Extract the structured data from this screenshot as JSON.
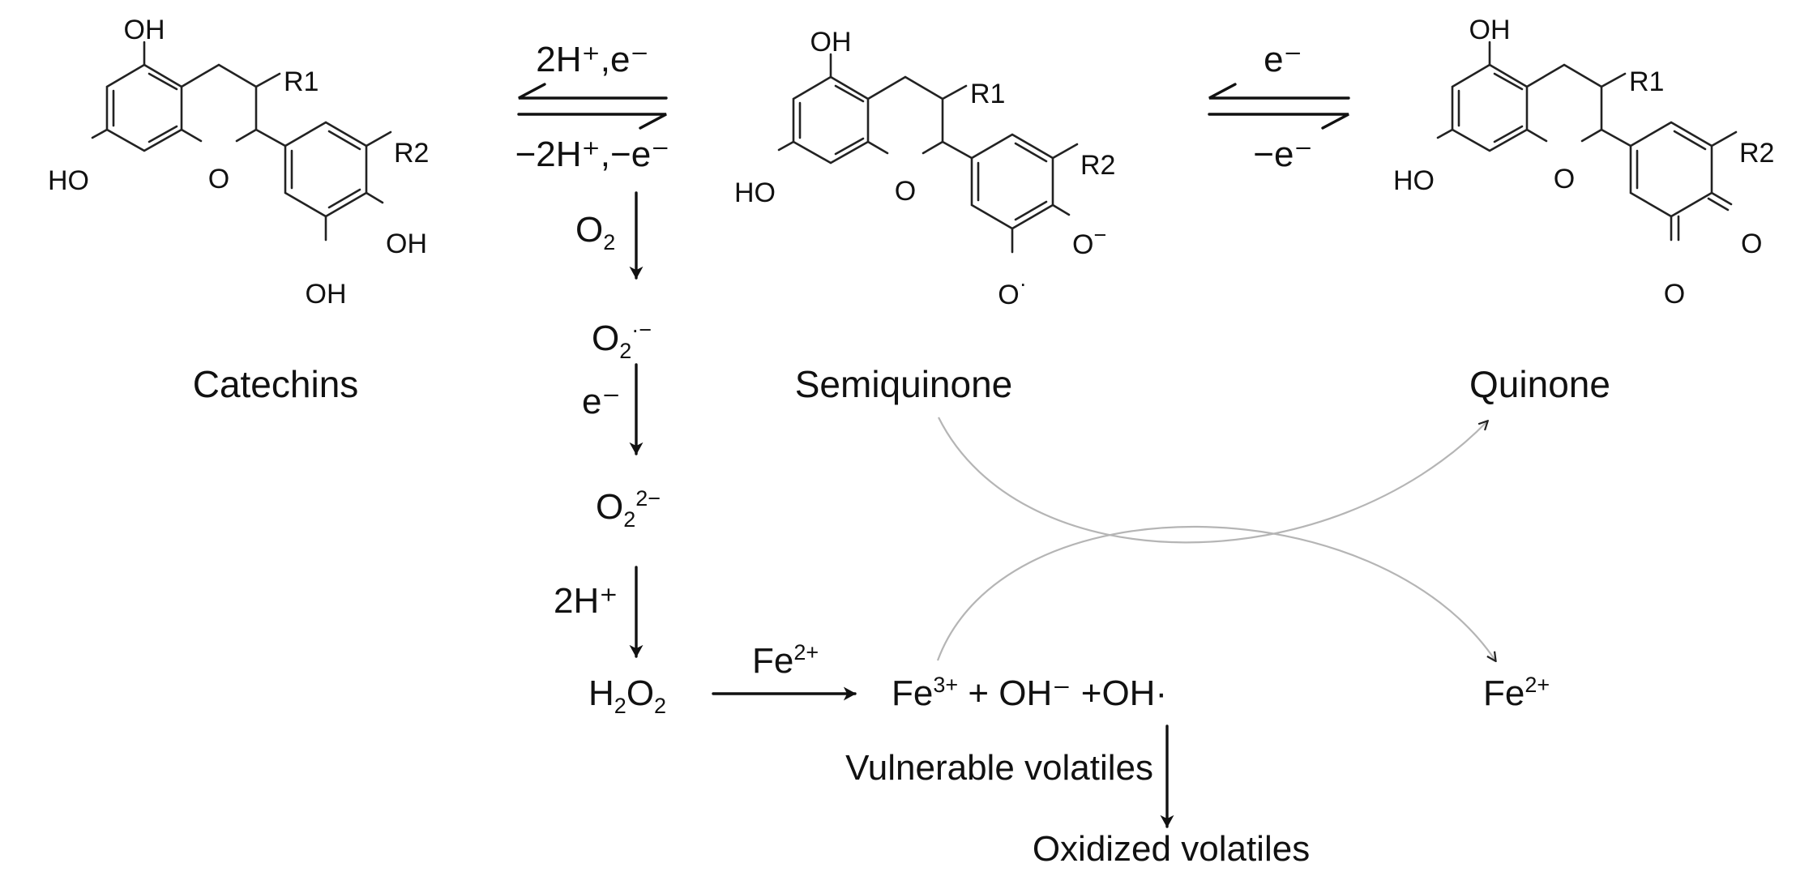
{
  "compounds": {
    "catechins": {
      "name": "Catechins",
      "top_oh": "OH",
      "r1": "R1",
      "r2": "R2",
      "left_oh": "HO",
      "ring_o": "O",
      "oh_a": "OH",
      "oh_b": "OH"
    },
    "semiquinone": {
      "name": "Semiquinone",
      "top_oh": "OH",
      "r1": "R1",
      "r2": "R2",
      "left_oh": "HO",
      "ring_o": "O",
      "o_a": "O",
      "o_a_charge": "−",
      "o_b": "O",
      "o_b_mark": "·"
    },
    "quinone": {
      "name": "Quinone",
      "top_oh": "OH",
      "r1": "R1",
      "r2": "R2",
      "left_oh": "HO",
      "ring_o": "O",
      "o_a": "O",
      "o_b": "O"
    }
  },
  "equilibria": {
    "first": {
      "forward": "2H⁺,e⁻",
      "reverse": "−2H⁺,−e⁻"
    },
    "second": {
      "forward": "e⁻",
      "reverse": "−e⁻"
    }
  },
  "oxygen_chain": {
    "o2": {
      "base": "O",
      "sub": "2"
    },
    "superoxide": {
      "base": "O",
      "sub": "2",
      "sup": "·−"
    },
    "e_label": "e⁻",
    "peroxide": {
      "base": "O",
      "sub": "2",
      "sup": "2−"
    },
    "h_label": "2H⁺",
    "h2o2": {
      "h": "H",
      "h_sub": "2",
      "o": "O",
      "o_sub": "2"
    }
  },
  "fenton": {
    "catalyst": {
      "base": "Fe",
      "sup": "2+"
    },
    "products": {
      "fe": "Fe",
      "fe_sup": "3+",
      "rest": " + OH⁻ +OH·"
    },
    "regenerated": {
      "base": "Fe",
      "sup": "2+"
    }
  },
  "volatiles": {
    "vulnerable": "Vulnerable volatiles",
    "oxidized": "Oxidized volatiles"
  }
}
